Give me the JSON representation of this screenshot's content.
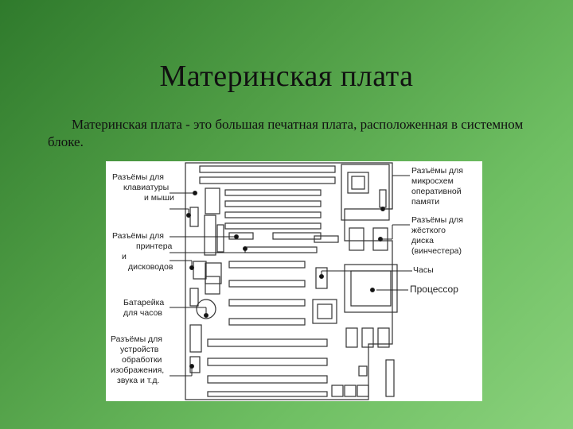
{
  "slide": {
    "title": "Материнская плата",
    "text": "Материнская плата - это большая печатная плата, расположенная в системном блоке."
  },
  "figure": {
    "labels_left": [
      {
        "id": "keyboard",
        "lines": [
          "Разъёмы для",
          "клавиатуры",
          "и мыши"
        ]
      },
      {
        "id": "printer",
        "lines": [
          "Разъёмы для",
          "принтера",
          "и",
          "дисководов"
        ]
      },
      {
        "id": "battery",
        "lines": [
          "Батарейка",
          "для часов"
        ]
      },
      {
        "id": "video",
        "lines": [
          "Разъёмы для",
          "устройств",
          "обработки",
          "изображения,",
          "звука и т.д."
        ]
      }
    ],
    "labels_right": [
      {
        "id": "ram",
        "lines": [
          "Разъёмы для",
          "микросхем",
          "оперативной",
          "памяти"
        ]
      },
      {
        "id": "hdd",
        "lines": [
          "Разъёмы для",
          "жёсткого",
          "диска",
          "(винчестера)"
        ]
      },
      {
        "id": "clock",
        "lines": [
          "Часы"
        ]
      },
      {
        "id": "cpu",
        "lines": [
          "Процессор"
        ]
      }
    ]
  }
}
